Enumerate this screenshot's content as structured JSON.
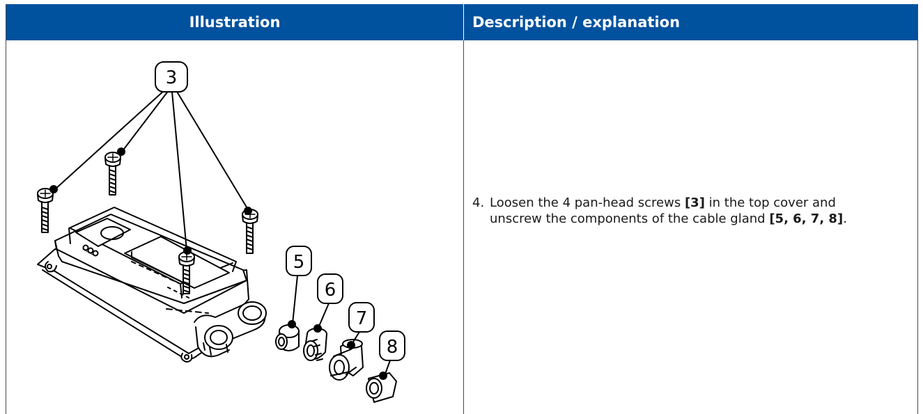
{
  "table": {
    "header": {
      "illustration": "Illustration",
      "description": "Description / explanation"
    },
    "row": {
      "step_number": "4.",
      "text_1": "Loosen the 4 pan-head screws ",
      "ref_1": "[3]",
      "text_2": " in the top cover and unscrew the components of the cable gland ",
      "ref_2": "[5, 6, 7, 8]",
      "text_3": "."
    },
    "callouts": {
      "screws": "3",
      "part_5": "5",
      "part_6": "6",
      "part_7": "7",
      "part_8": "8"
    }
  },
  "colors": {
    "header_background": "#00519e",
    "header_text": "#ffffff"
  }
}
